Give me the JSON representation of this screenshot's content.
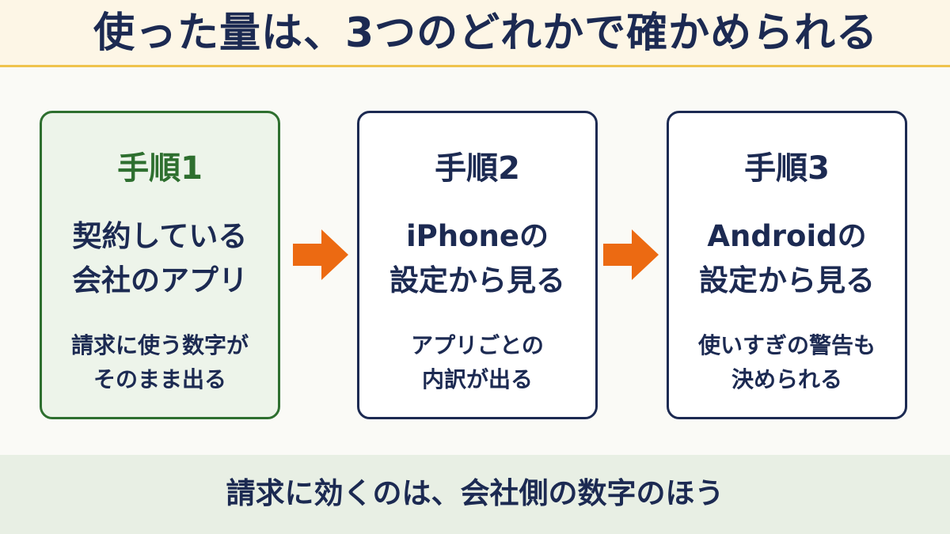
{
  "header": {
    "title": "使った量は、3つのどれかで確かめられる"
  },
  "steps": [
    {
      "label": "手順1",
      "title_line1": "契約している",
      "title_line2": "会社のアプリ",
      "desc_line1": "請求に使う数字が",
      "desc_line2": "そのまま出る"
    },
    {
      "label": "手順2",
      "title_line1": "iPhoneの",
      "title_line2": "設定から見る",
      "desc_line1": "アプリごとの",
      "desc_line2": "内訳が出る"
    },
    {
      "label": "手順3",
      "title_line1": "Androidの",
      "title_line2": "設定から見る",
      "desc_line1": "使いすぎの警告も",
      "desc_line2": "決められる"
    }
  ],
  "footer": {
    "text": "請求に効くのは、会社側の数字のほう"
  },
  "colors": {
    "navy": "#1c2a52",
    "green": "#2e6f2f",
    "arrow": "#ec6a12",
    "header_bg": "#fdf6e6",
    "header_border": "#efc34c",
    "footer_bg": "#e8efe4",
    "highlight_bg": "#edf4ea"
  },
  "icons": {
    "arrow": "right-arrow-icon"
  }
}
